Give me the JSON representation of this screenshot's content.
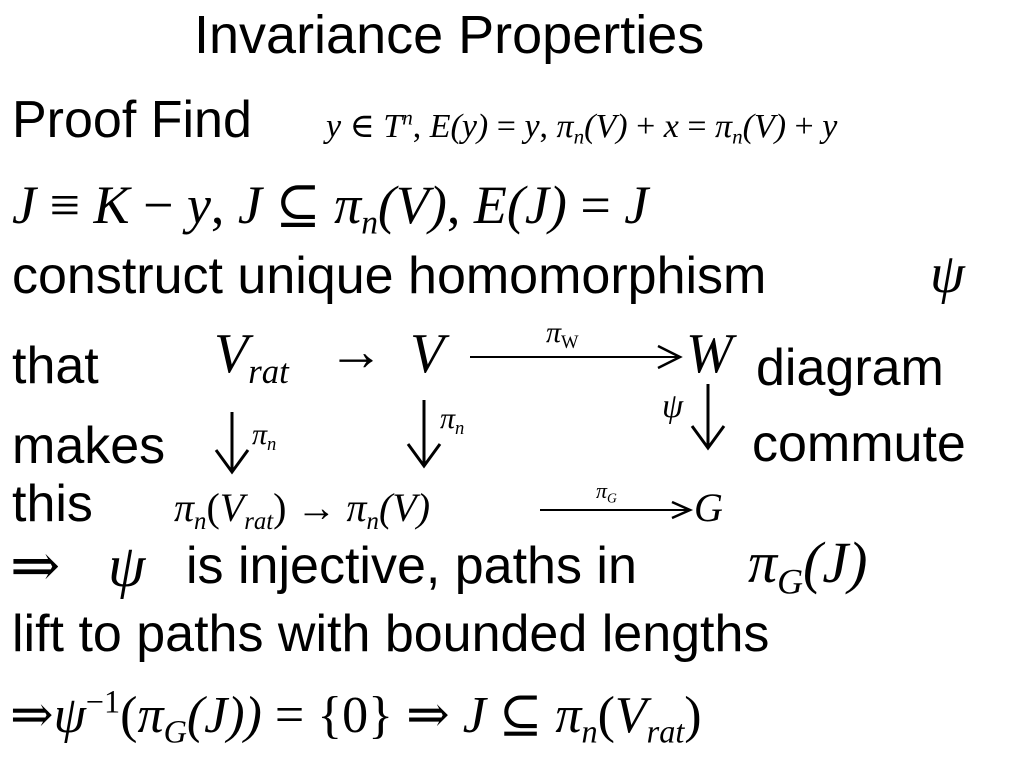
{
  "slide": {
    "title": "Invariance Properties",
    "line1": {
      "label": "Proof Find",
      "formula": {
        "a": "y",
        "in": " ∈ ",
        "T": "T",
        "n_sup": "n",
        "comma1": ", ",
        "E": "E",
        "paren_y": "(y)",
        "eq1": " = ",
        "y2": "y",
        "comma2": ", ",
        "pi1": "π",
        "n1": "n",
        "V1": "(V)",
        "plus1": " + ",
        "x": "x",
        "eq2": " = ",
        "pi2": "π",
        "n2": "n",
        "V2": "(V)",
        "plus2": " + ",
        "y3": "y"
      }
    },
    "line2": {
      "J1": "J",
      "equiv": " ≡ ",
      "K": "K",
      "minus": " − ",
      "y": "y",
      "comma1": ", ",
      "J2": "J",
      "subseteq": " ⊆ ",
      "pi": "π",
      "n": "n",
      "V": "(V)",
      "comma2": ", ",
      "E": "E",
      "J3": "(J)",
      "eq": " = ",
      "J4": "J"
    },
    "line3": {
      "text": "construct unique homomorphism",
      "psi": "ψ"
    },
    "diagram": {
      "that": "that",
      "makes": "makes",
      "this": "this",
      "right_word1": "diagram",
      "right_word2": "commute",
      "V_rat": "V",
      "rat_sub": "rat",
      "to1": "→",
      "V": "V",
      "pi_W": "π",
      "W_sub": "W",
      "W": "W",
      "down_pi_n_1": "π",
      "down_n_1": "n",
      "down_pi_n_2": "π",
      "down_n_2": "n",
      "down_psi": "ψ",
      "bottom": {
        "pi1": "π",
        "n1": "n",
        "open1": "(",
        "V1": "V",
        "rat": "rat",
        "close1": ")",
        "to": " → ",
        "pi2": "π",
        "n2": "n",
        "V2": "(V)",
        "pi_G": "π",
        "G_sub": "G",
        "G": "G"
      }
    },
    "line5": {
      "implies": "⇒",
      "psi": "ψ",
      "text": "is injective, paths in",
      "pi": "π",
      "G": "G",
      "J": "(J)"
    },
    "line6": {
      "text": "lift to paths with bounded lengths"
    },
    "line7": {
      "implies1": "⇒",
      "psi": "ψ",
      "inv": "−1",
      "open": "(",
      "pi": "π",
      "G": "G",
      "J": "(J))",
      "eq": " = ",
      "set": "{0}",
      "implies2": " ⇒ ",
      "J2": "J",
      "subseteq": " ⊆ ",
      "pi2": "π",
      "n": "n",
      "open2": "(",
      "V": "V",
      "rat": "rat",
      "close2": ")"
    }
  }
}
